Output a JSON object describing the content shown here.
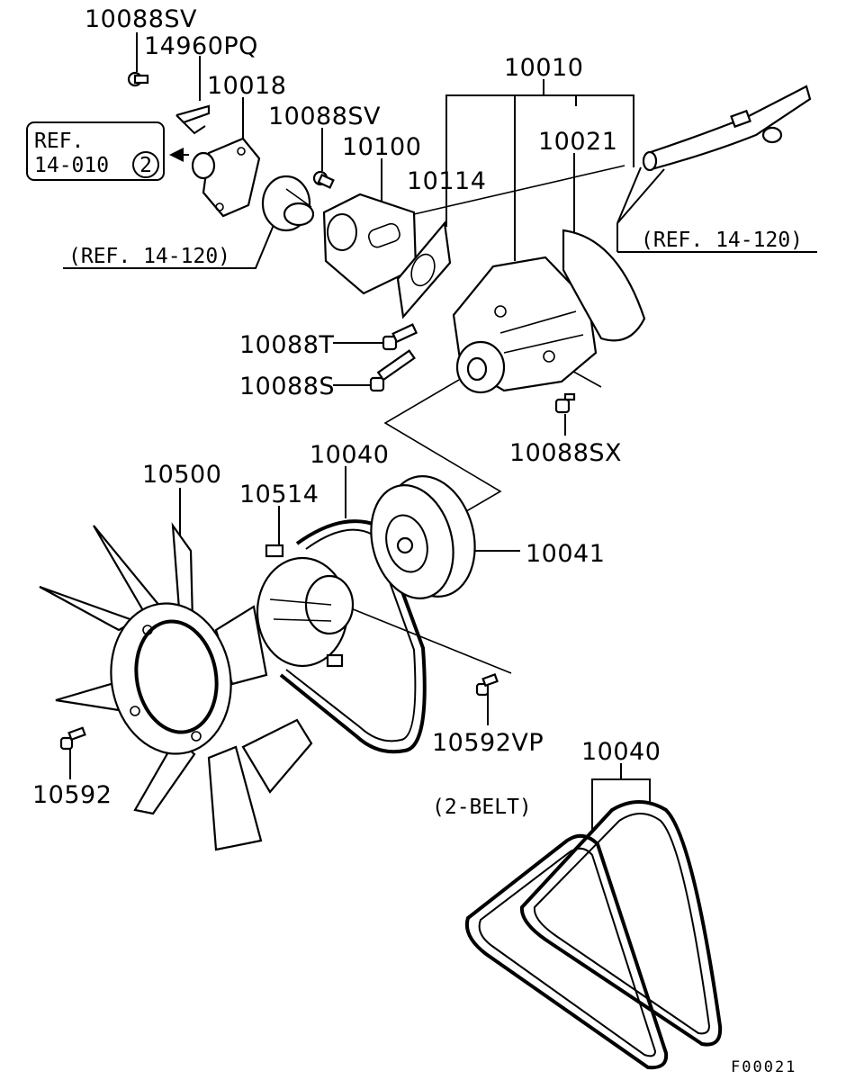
{
  "callouts": {
    "p10088SV_top": "10088SV",
    "p14960PQ": "14960PQ",
    "p10018": "10018",
    "p10088SV_mid": "10088SV",
    "p10100": "10100",
    "p10010": "10010",
    "p10021": "10021",
    "p10114": "10114",
    "p10088T": "10088T",
    "p10088S": "10088S",
    "p10088SX": "10088SX",
    "p10500": "10500",
    "p10040_main": "10040",
    "p10514": "10514",
    "p10041": "10041",
    "p10592VP": "10592VP",
    "p10592": "10592",
    "p10040_belt": "10040"
  },
  "references": {
    "box_line1": "REF.",
    "box_line2": "14-010",
    "box_circle": "2",
    "thermostat_ref": "(REF. 14-120)",
    "pipe_ref": "(REF. 14-120)",
    "belt_note": "(2-BELT)"
  },
  "figure_code": "F00021"
}
